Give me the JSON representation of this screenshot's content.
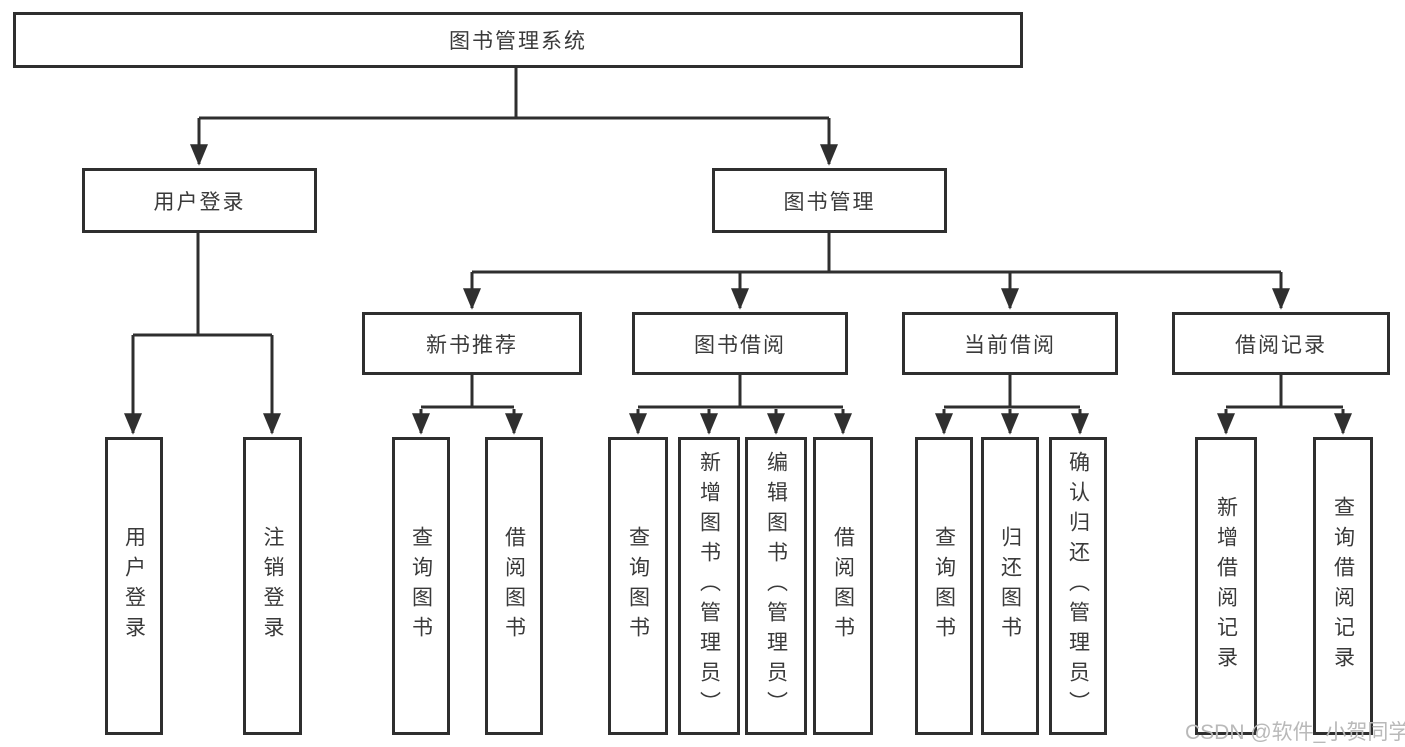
{
  "tree": {
    "label": "图书管理系统",
    "children": [
      {
        "label": "用户登录",
        "children": [
          {
            "label": "用户登录"
          },
          {
            "label": "注销登录"
          }
        ]
      },
      {
        "label": "图书管理",
        "children": [
          {
            "label": "新书推荐",
            "children": [
              {
                "label": "查询图书"
              },
              {
                "label": "借阅图书"
              }
            ]
          },
          {
            "label": "图书借阅",
            "children": [
              {
                "label": "查询图书"
              },
              {
                "label": "新增图书（管理员）"
              },
              {
                "label": "编辑图书（管理员）"
              },
              {
                "label": "借阅图书"
              }
            ]
          },
          {
            "label": "当前借阅",
            "children": [
              {
                "label": "查询图书"
              },
              {
                "label": "归还图书"
              },
              {
                "label": "确认归还（管理员）"
              }
            ]
          },
          {
            "label": "借阅记录",
            "children": [
              {
                "label": "新增借阅记录"
              },
              {
                "label": "查询借阅记录"
              }
            ]
          }
        ]
      }
    ]
  },
  "watermark": {
    "text": "CSDN @软件_小贺同学"
  },
  "colors": {
    "line": "#2f2f2f",
    "border": "#2f2f2f",
    "text": "#3a3a3a",
    "watermark": "#b9b9b9",
    "background": "#ffffff"
  }
}
